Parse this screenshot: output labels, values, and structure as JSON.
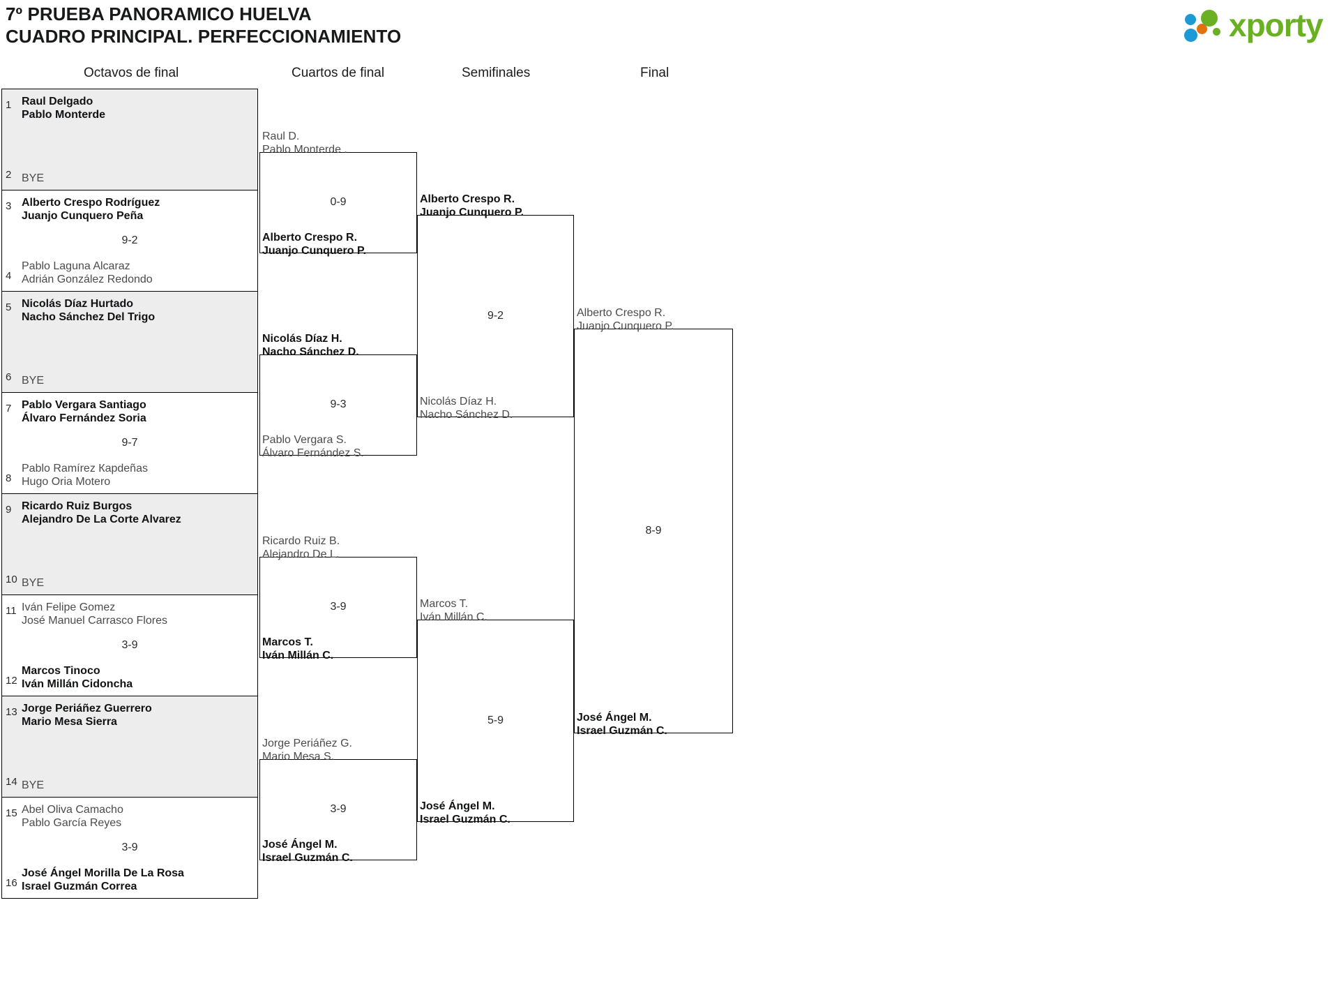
{
  "header": {
    "title_line1": "7º PRUEBA PANORAMICO HUELVA",
    "title_line2": "CUADRO PRINCIPAL. PERFECCIONAMIENTO",
    "logo_text": "xporty",
    "logo_colors": {
      "green": "#6ab023",
      "blue": "#1b9ad6",
      "orange": "#e2720e"
    }
  },
  "rounds": {
    "r1_label": "Octavos de final",
    "r2_label": "Cuartos de final",
    "r3_label": "Semifinales",
    "r4_label": "Final"
  },
  "colors": {
    "shaded_row": "#ededed",
    "winner_text": "#111214",
    "loser_text": "#4b4b4b",
    "border": "#000000"
  },
  "round1": {
    "matches": [
      {
        "shaded": true,
        "score": "",
        "top": {
          "seed": "1",
          "line1": "Raul Delgado",
          "line2": "Pablo Monterde",
          "winner": true
        },
        "bottom": {
          "seed": "2",
          "line1": "BYE",
          "line2": "",
          "winner": false
        }
      },
      {
        "shaded": false,
        "score": "9-2",
        "top": {
          "seed": "3",
          "line1": "Alberto Crespo Rodríguez",
          "line2": "Juanjo Cunquero Peña",
          "winner": true
        },
        "bottom": {
          "seed": "4",
          "line1": "Pablo Laguna Alcaraz",
          "line2": "Adrián González Redondo",
          "winner": false
        }
      },
      {
        "shaded": true,
        "score": "",
        "top": {
          "seed": "5",
          "line1": "Nicolás Díaz Hurtado",
          "line2": "Nacho Sánchez Del Trigo",
          "winner": true
        },
        "bottom": {
          "seed": "6",
          "line1": "BYE",
          "line2": "",
          "winner": false
        }
      },
      {
        "shaded": false,
        "score": "9-7",
        "top": {
          "seed": "7",
          "line1": "Pablo Vergara Santiago",
          "line2": "Álvaro Fernández Soria",
          "winner": true
        },
        "bottom": {
          "seed": "8",
          "line1": "Pablo Ramírez Карdeñas",
          "line2": "Hugo Oria Motero",
          "winner": false
        }
      },
      {
        "shaded": true,
        "score": "",
        "top": {
          "seed": "9",
          "line1": "Ricardo Ruiz Burgos",
          "line2": "Alejandro De La Corte Alvarez",
          "winner": true
        },
        "bottom": {
          "seed": "10",
          "line1": "BYE",
          "line2": "",
          "winner": false
        }
      },
      {
        "shaded": false,
        "score": "3-9",
        "top": {
          "seed": "11",
          "line1": "Iván Felipe Gomez",
          "line2": "José Manuel Carrasco Flores",
          "winner": false
        },
        "bottom": {
          "seed": "12",
          "line1": "Marcos Tinoco",
          "line2": "Iván Millán Cidoncha",
          "winner": true
        }
      },
      {
        "shaded": true,
        "score": "",
        "top": {
          "seed": "13",
          "line1": "Jorge Periáñez Guerrero",
          "line2": "Mario Mesa Sierra",
          "winner": true
        },
        "bottom": {
          "seed": "14",
          "line1": "BYE",
          "line2": "",
          "winner": false
        }
      },
      {
        "shaded": false,
        "score": "3-9",
        "top": {
          "seed": "15",
          "line1": "Abel Oliva Camacho",
          "line2": "Pablo García Reyes",
          "winner": false
        },
        "bottom": {
          "seed": "16",
          "line1": "José Ángel Morilla De La Rosa",
          "line2": "Israel Guzmán Correa",
          "winner": true
        }
      }
    ]
  },
  "round2": {
    "matches": [
      {
        "score": "0-9",
        "top": {
          "line1": "Raul D.",
          "line2": "Pablo Monterde .",
          "winner": false
        },
        "bottom": {
          "line1": "Alberto Crespo R.",
          "line2": "Juanjo Cunquero P.",
          "winner": true
        }
      },
      {
        "score": "9-3",
        "top": {
          "line1": "Nicolás Díaz H.",
          "line2": "Nacho Sánchez D.",
          "winner": true
        },
        "bottom": {
          "line1": "Pablo Vergara S.",
          "line2": "Álvaro Fernández S.",
          "winner": false
        }
      },
      {
        "score": "3-9",
        "top": {
          "line1": "Ricardo Ruiz B.",
          "line2": "Alejandro De L.",
          "winner": false
        },
        "bottom": {
          "line1": "Marcos T.",
          "line2": "Iván Millán C.",
          "winner": true
        }
      },
      {
        "score": "3-9",
        "top": {
          "line1": "Jorge Periáñez G.",
          "line2": "Mario Mesa S.",
          "winner": false
        },
        "bottom": {
          "line1": "José Ángel M.",
          "line2": "Israel Guzmán C.",
          "winner": true
        }
      }
    ]
  },
  "round3": {
    "matches": [
      {
        "score": "9-2",
        "top": {
          "line1": "Alberto Crespo R.",
          "line2": "Juanjo Cunquero P.",
          "winner": true
        },
        "bottom": {
          "line1": "Nicolás Díaz H.",
          "line2": "Nacho Sánchez D.",
          "winner": false
        }
      },
      {
        "score": "5-9",
        "top": {
          "line1": "Marcos T.",
          "line2": "Iván Millán C.",
          "winner": false
        },
        "bottom": {
          "line1": "José Ángel M.",
          "line2": "Israel Guzmán C.",
          "winner": true
        }
      }
    ]
  },
  "round4": {
    "matches": [
      {
        "score": "8-9",
        "top": {
          "line1": "Alberto Crespo R.",
          "line2": "Juanjo Cunquero P.",
          "winner": false
        },
        "bottom": {
          "line1": "José Ángel M.",
          "line2": "Israel Guzmán C.",
          "winner": true
        }
      }
    ]
  }
}
